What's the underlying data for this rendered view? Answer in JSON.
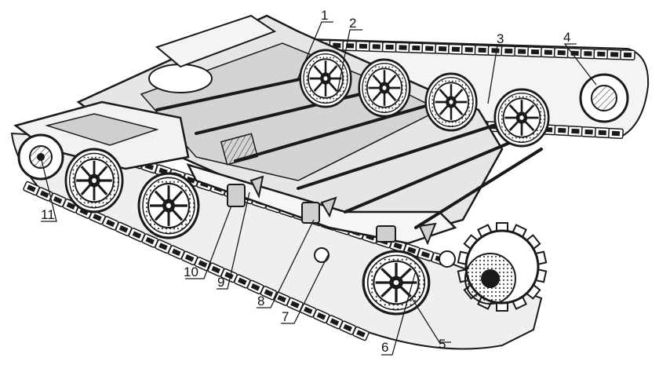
{
  "figure": {
    "callouts": [
      {
        "num": "1"
      },
      {
        "num": "2"
      },
      {
        "num": "3"
      },
      {
        "num": "4"
      },
      {
        "num": "5"
      },
      {
        "num": "6"
      },
      {
        "num": "7"
      },
      {
        "num": "8"
      },
      {
        "num": "9"
      },
      {
        "num": "10"
      },
      {
        "num": "11"
      }
    ],
    "colors": {
      "ink": "#1a1a1a",
      "paper": "#ffffff",
      "shade": "#8a8a8a"
    }
  }
}
